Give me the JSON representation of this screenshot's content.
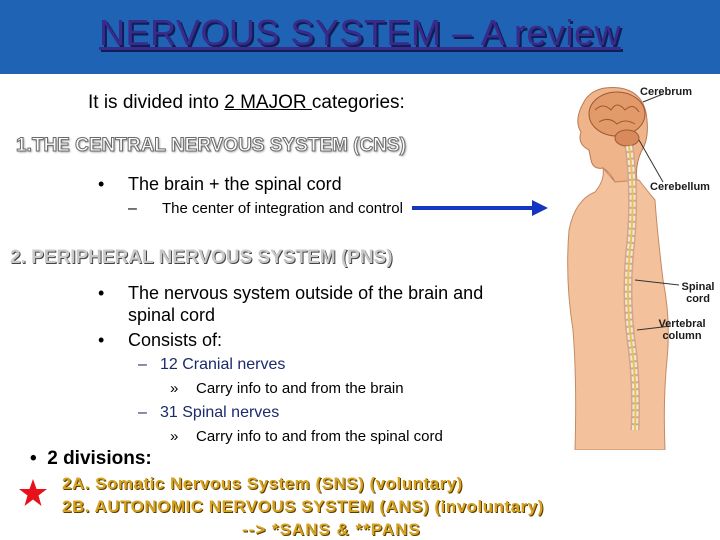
{
  "title": "NERVOUS SYSTEM – A review",
  "intro": {
    "before": "It is divided into ",
    "emph": "2 MAJOR ",
    "after": "categories:"
  },
  "cns": {
    "heading": "1.THE CENTRAL NERVOUS SYSTEM (CNS)",
    "bullet_mark": "•",
    "bullet": "The brain + the spinal cord",
    "sub_mark": "–",
    "sub": "The center of integration and control"
  },
  "pns": {
    "heading": "2. PERIPHERAL NERVOUS SYSTEM (PNS)",
    "bullet_mark": "•",
    "bullet1_line1": "The nervous system outside of the brain and",
    "bullet1_line2": "spinal cord",
    "bullet2": "Consists of:",
    "dash": "–",
    "cranial": "12 Cranial nerves",
    "raquo": "»",
    "cranial_sub": "Carry info to and from the brain",
    "spinal": "31 Spinal nerves",
    "spinal_sub": "Carry info to and from the spinal cord"
  },
  "divisions": {
    "bullet_mark": "•",
    "label": "2 divisions:",
    "sns": "2A. Somatic Nervous System (SNS) (voluntary)",
    "ans": "2B. AUTONOMIC NERVOUS SYSTEM (ANS) (involuntary)",
    "sans": "--> *SANS & **PANS"
  },
  "anatomy_labels": {
    "cerebrum": "Cerebrum",
    "cerebellum": "Cerebellum",
    "spinal_cord": "Spinal cord",
    "vertebral_column": "Vertebral column"
  },
  "colors": {
    "title_bar": "#1f64b4",
    "title_text": "#3a2a8c",
    "arrow": "#1534c0",
    "star": "#e8101a",
    "division_text": "#d7a220"
  }
}
